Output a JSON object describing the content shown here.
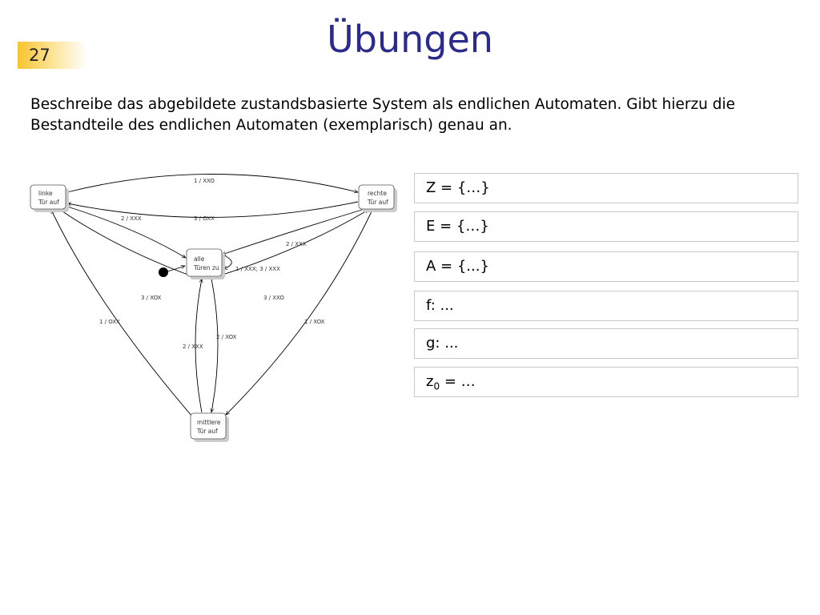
{
  "slide": {
    "page_number": "27",
    "title": "Übungen",
    "task": "Beschreibe das abgebildete zustandsbasierte System als endlichen Automaten. Gibt hierzu die Bestandteile des endlichen Automaten (exemplarisch) genau an."
  },
  "diagram": {
    "states": {
      "left": [
        "linke",
        "Tür auf"
      ],
      "right": [
        "rechte",
        "Tür auf"
      ],
      "center": [
        "alle",
        "Türen zu"
      ],
      "bottom": [
        "mittlere",
        "Tür auf"
      ]
    },
    "transitions": {
      "left_to_right_top": "1 / XXO",
      "right_to_left": "3 / OXX",
      "left_to_center": "2 / XXX",
      "right_to_center": "2 / XXX",
      "center_self": "1 / XXX; 3 / XXX",
      "center_to_left": "3 / XOX",
      "center_to_right": "3 / XXO",
      "bottom_to_left": "1 / OXX",
      "right_to_bottom": "1 / XOX",
      "center_to_bottom": "2 / XOX",
      "bottom_to_center": "2 / XXX"
    }
  },
  "answers": {
    "Z": "Z = {…}",
    "E": "E = {…}",
    "A": "A = {...}",
    "f": "f: ...",
    "g": "g: ...",
    "z0_base": "z",
    "z0_sub": "0",
    "z0_rest": " = …"
  }
}
